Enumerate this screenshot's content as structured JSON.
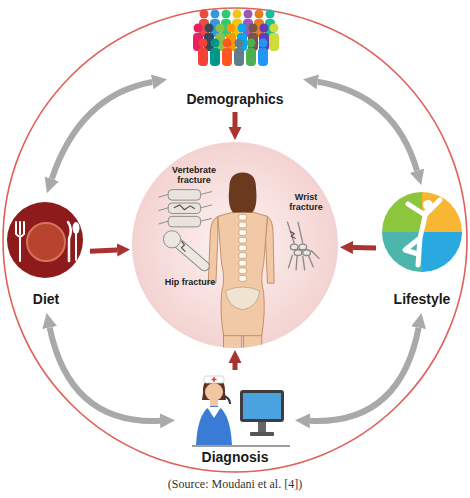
{
  "diagram": {
    "caption": "(Source: Moudani et al. [4])",
    "nodes": [
      {
        "text": [
          "Demographics"
        ]
      },
      {
        "text": [
          "Diet"
        ]
      },
      {
        "text": [
          "Vertebrate fracture",
          "Wrist fracture",
          "Hip fracture"
        ]
      },
      {
        "text": [
          "Lifestyle"
        ]
      },
      {
        "text": [
          "Diagnosis"
        ]
      }
    ],
    "edges": [
      {
        "from": 0,
        "to": 2,
        "arrow": "to"
      },
      {
        "from": 1,
        "to": 2,
        "arrow": "to"
      },
      {
        "from": 3,
        "to": 2,
        "arrow": "to"
      },
      {
        "from": 4,
        "to": 2,
        "arrow": "to"
      },
      {
        "from": 0,
        "to": 1,
        "arrow": "both"
      },
      {
        "from": 0,
        "to": 3,
        "arrow": "both"
      },
      {
        "from": 1,
        "to": 4,
        "arrow": "both"
      },
      {
        "from": 3,
        "to": 4,
        "arrow": "both"
      }
    ]
  }
}
